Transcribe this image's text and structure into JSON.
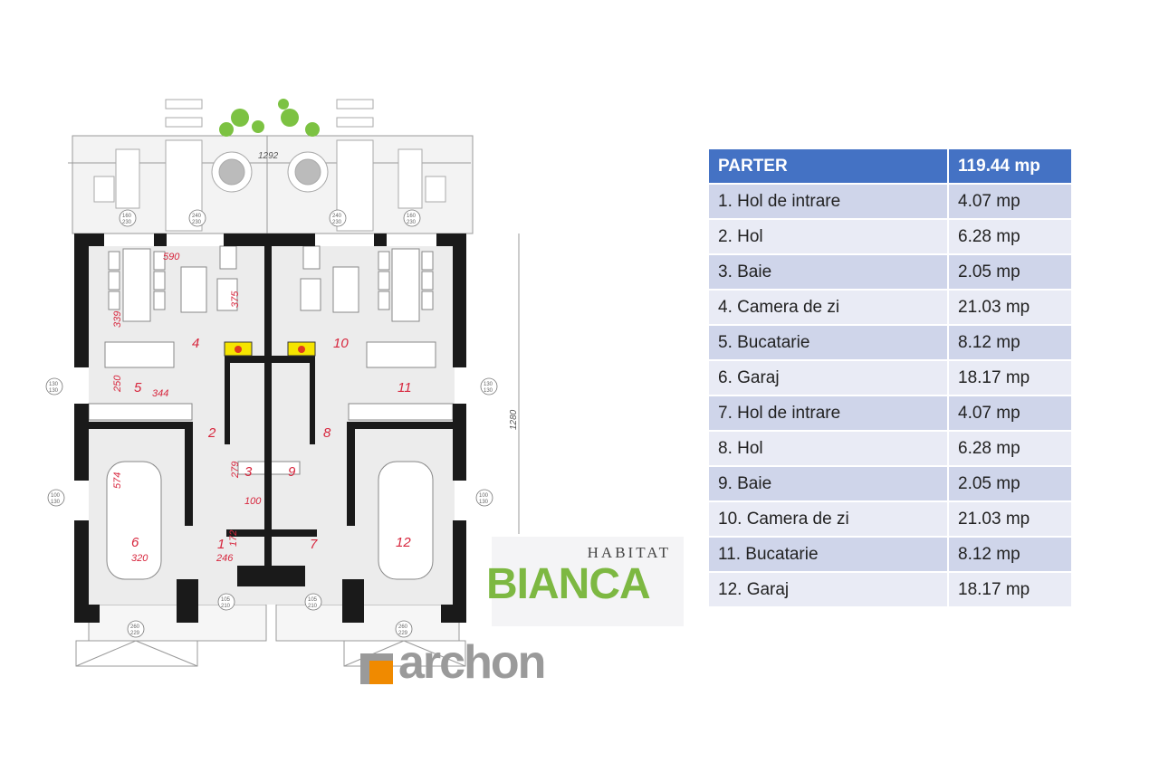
{
  "plan": {
    "overall_width": "1292",
    "overall_depth": "1280",
    "rooms": [
      {
        "n": "1"
      },
      {
        "n": "2"
      },
      {
        "n": "3"
      },
      {
        "n": "4"
      },
      {
        "n": "5"
      },
      {
        "n": "6"
      },
      {
        "n": "7"
      },
      {
        "n": "8"
      },
      {
        "n": "9"
      },
      {
        "n": "10"
      },
      {
        "n": "11"
      },
      {
        "n": "12"
      }
    ],
    "dims": {
      "d590": "590",
      "d375": "375",
      "d339": "339",
      "d250": "250",
      "d344": "344",
      "d574": "574",
      "d320": "320",
      "d246": "246",
      "d172": "172",
      "d279": "279",
      "d100": "100"
    },
    "openings": {
      "terrace_door": [
        "160",
        "230"
      ],
      "patio_door": [
        "240",
        "230"
      ],
      "kitchen_win": [
        "130",
        "130"
      ],
      "garage_win": [
        "100",
        "130"
      ],
      "entry_door": [
        "105",
        "210"
      ],
      "garage_door": [
        "260",
        "229"
      ]
    }
  },
  "table": {
    "header": {
      "label": "PARTER",
      "value": "119.44 mp"
    },
    "rows": [
      {
        "label": "1. Hol de intrare",
        "value": "4.07 mp"
      },
      {
        "label": "2. Hol",
        "value": "6.28 mp"
      },
      {
        "label": "3. Baie",
        "value": "2.05 mp"
      },
      {
        "label": "4. Camera de zi",
        "value": "21.03 mp"
      },
      {
        "label": "5. Bucatarie",
        "value": "8.12 mp"
      },
      {
        "label": "6. Garaj",
        "value": "18.17 mp"
      },
      {
        "label": "7. Hol de intrare",
        "value": "4.07 mp"
      },
      {
        "label": "8. Hol",
        "value": "6.28 mp"
      },
      {
        "label": "9. Baie",
        "value": "2.05 mp"
      },
      {
        "label": "10. Camera de zi",
        "value": "21.03 mp"
      },
      {
        "label": "11. Bucatarie",
        "value": "8.12 mp"
      },
      {
        "label": "12. Garaj",
        "value": "18.17 mp"
      }
    ]
  },
  "logos": {
    "habitat": "HABITAT",
    "bianca": "BIANCA",
    "archon": "archon"
  },
  "colors": {
    "header": "#4472C4",
    "row_odd": "#CFD5EA",
    "row_even": "#E9EBF5",
    "room_labels": "#d7263d",
    "bianca_green": "#7DB842",
    "archon_orange": "#F08A00",
    "fireplace": "#F5E400"
  }
}
